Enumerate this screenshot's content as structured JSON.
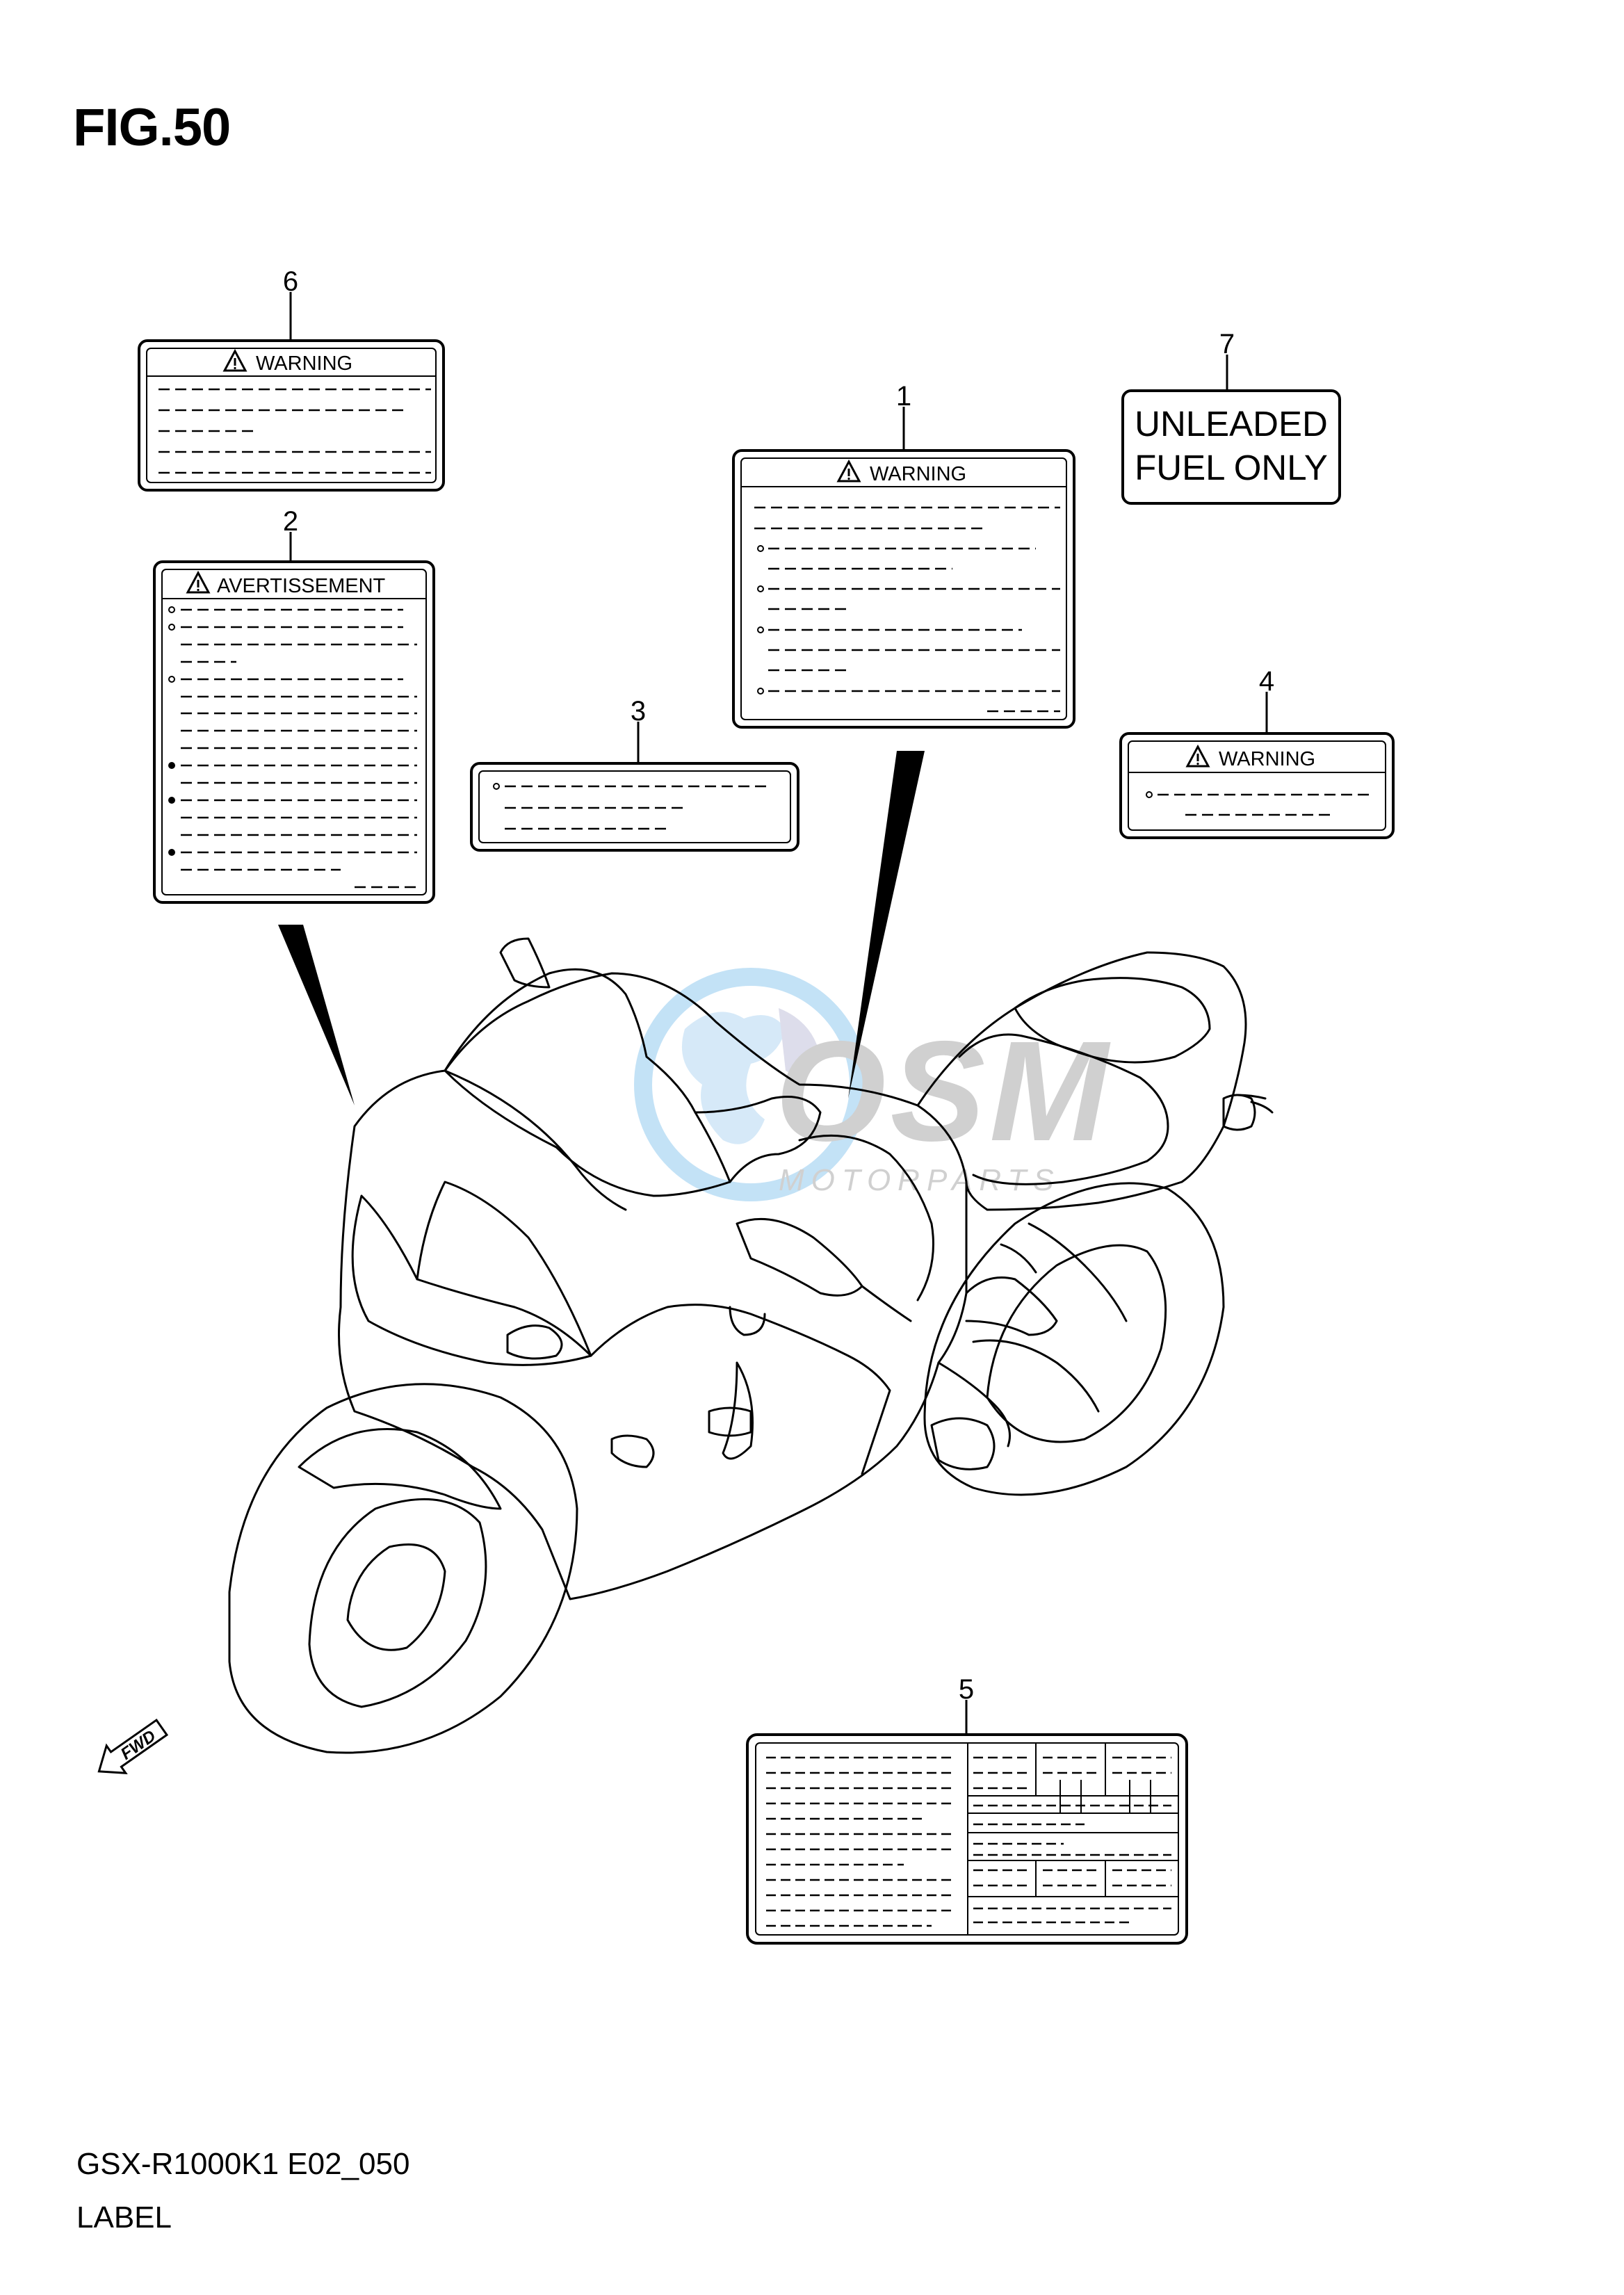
{
  "figure_title": "FIG.50",
  "callouts": [
    "1",
    "2",
    "3",
    "4",
    "5",
    "6",
    "7"
  ],
  "label_1": {
    "heading": "WARNING"
  },
  "label_2": {
    "heading": "AVERTISSEMENT"
  },
  "label_4": {
    "heading": "WARNING"
  },
  "label_6": {
    "heading": "WARNING"
  },
  "label_7": {
    "line1": "UNLEADED",
    "line2": "FUEL ONLY"
  },
  "watermark": {
    "brand": "OSM",
    "sub": "MOTORPARTS"
  },
  "forward_arrow": {
    "text": "FWD"
  },
  "footer": {
    "code": "GSX-R1000K1 E02_050",
    "caption": "LABEL"
  },
  "icons": [
    "warning-triangle-icon",
    "forward-arrow-icon",
    "globe-logo-icon"
  ],
  "colors": {
    "line": "#000000",
    "watermark_blue": "#a9d4f2",
    "watermark_grey": "#c8c8c8"
  }
}
